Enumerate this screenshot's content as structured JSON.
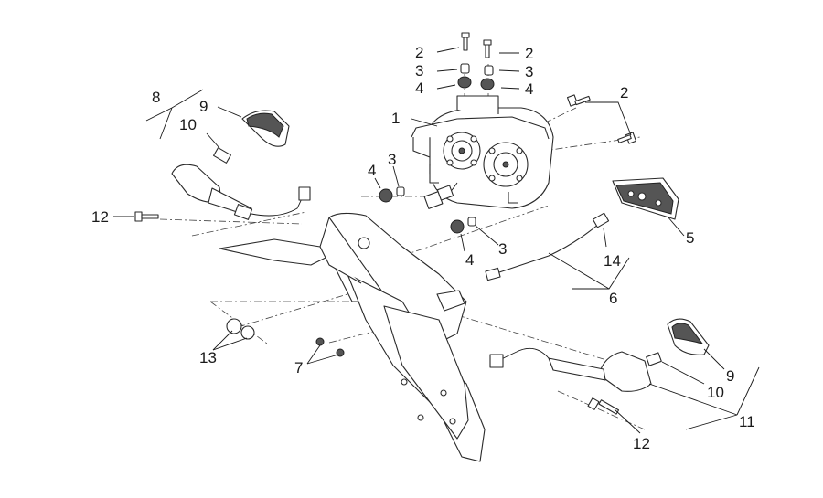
{
  "callouts": {
    "c1": "1",
    "c2a": "2",
    "c2b": "2",
    "c2c": "2",
    "c3a": "3",
    "c3b": "3",
    "c3c": "3",
    "c3d": "3",
    "c4a": "4",
    "c4b": "4",
    "c4c": "4",
    "c4d": "4",
    "c5": "5",
    "c6": "6",
    "c7": "7",
    "c8": "8",
    "c9a": "9",
    "c9b": "9",
    "c10a": "10",
    "c10b": "10",
    "c11": "11",
    "c12a": "12",
    "c12b": "12",
    "c13": "13",
    "c14": "14"
  }
}
